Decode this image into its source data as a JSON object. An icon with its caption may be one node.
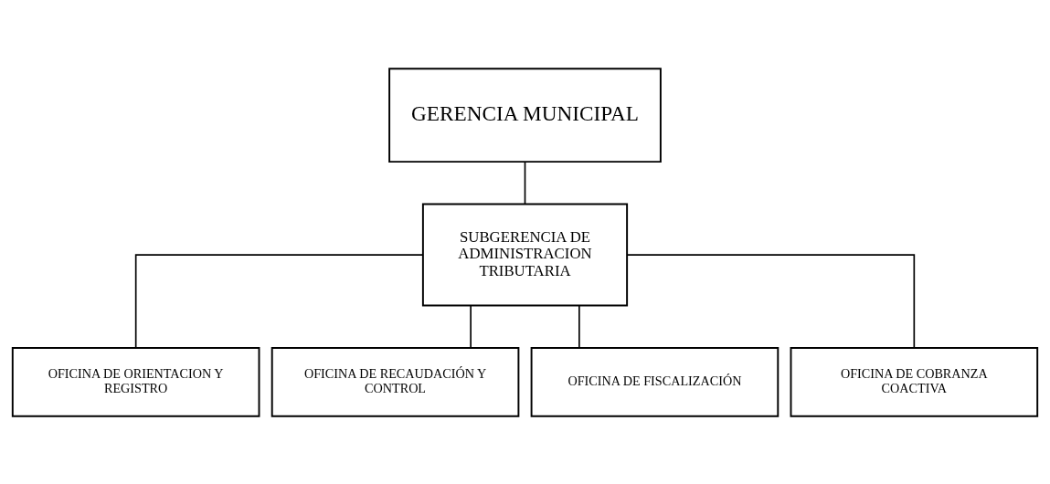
{
  "diagram": {
    "nodes": [
      {
        "text": [
          "GERENCIA MUNICIPAL"
        ]
      },
      {
        "text": [
          "SUBGERENCIA DE ADMINISTRACION TRIBUTARIA"
        ]
      },
      {
        "text": [
          "OFICINA DE ORIENTACION Y REGISTRO"
        ]
      },
      {
        "text": [
          "OFICINA DE RECAUDACIÓN Y CONTROL"
        ]
      },
      {
        "text": [
          "OFICINA DE FISCALIZACIÓN"
        ]
      },
      {
        "text": [
          "OFICINA DE COBRANZA COACTIVA"
        ]
      }
    ],
    "edges": [
      {
        "from": 0,
        "to": 1,
        "arrow": "none"
      },
      {
        "from": 1,
        "to": 2,
        "arrow": "none"
      },
      {
        "from": 1,
        "to": 3,
        "arrow": "none"
      },
      {
        "from": 1,
        "to": 4,
        "arrow": "none"
      },
      {
        "from": 1,
        "to": 5,
        "arrow": "none"
      }
    ]
  }
}
